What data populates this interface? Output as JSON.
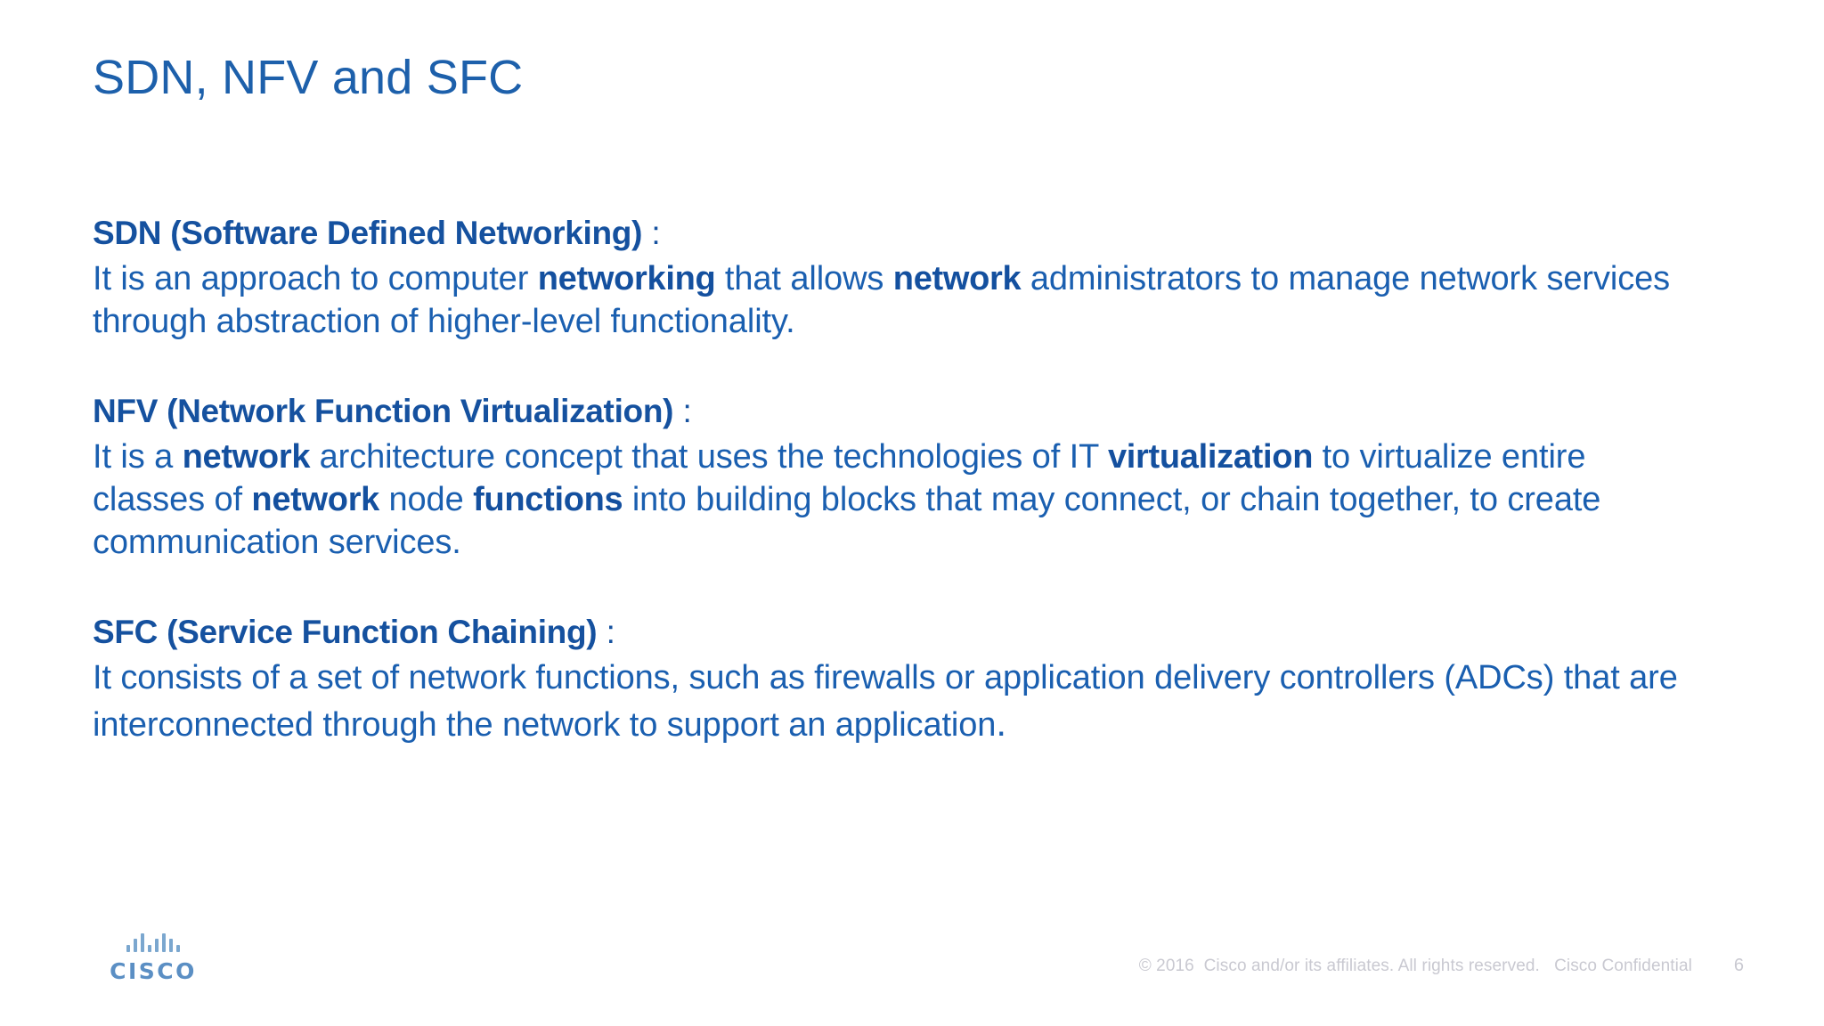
{
  "slide": {
    "title": "SDN, NFV and SFC",
    "title_color": "#1d60ab",
    "heading_color": "#15519f",
    "body_color": "#1a5fb0",
    "background": "#ffffff"
  },
  "sections": [
    {
      "id": "sdn",
      "heading": "SDN (Software Defined Networking)",
      "heading_colon": " :",
      "body_runs": [
        {
          "text": "It is an approach to computer ",
          "bold": false
        },
        {
          "text": "networking",
          "bold": true
        },
        {
          "text": " that allows ",
          "bold": false
        },
        {
          "text": "network",
          "bold": true
        },
        {
          "text": " administrators to manage network services through abstraction of higher-level functionality.",
          "bold": false
        }
      ]
    },
    {
      "id": "nfv",
      "heading": "NFV (Network Function Virtualization)",
      "heading_colon": " :",
      "body_runs": [
        {
          "text": "It is a ",
          "bold": false
        },
        {
          "text": "network",
          "bold": true
        },
        {
          "text": " architecture concept that uses the technologies of IT ",
          "bold": false
        },
        {
          "text": "virtualization",
          "bold": true
        },
        {
          "text": " to virtualize entire classes of ",
          "bold": false
        },
        {
          "text": "network",
          "bold": true
        },
        {
          "text": " node ",
          "bold": false
        },
        {
          "text": "functions",
          "bold": true
        },
        {
          "text": " into building blocks that may connect, or chain together, to create communication services.",
          "bold": false
        }
      ]
    },
    {
      "id": "sfc",
      "heading": "SFC (Service Function Chaining)",
      "heading_colon": " :",
      "body_runs": [
        {
          "text": "It consists of a set of network functions, such as firewalls or  application delivery controllers (ADCs) that are interconnected through the network to support an application",
          "bold": false
        },
        {
          "text": ".",
          "bold": false,
          "big": true
        }
      ]
    }
  ],
  "footer": {
    "logo_name": "cisco",
    "logo_wordmark": "CISCO",
    "copyright": "© 2016  Cisco and/or its affiliates. All rights reserved.   Cisco Confidential",
    "page_number": "6"
  }
}
